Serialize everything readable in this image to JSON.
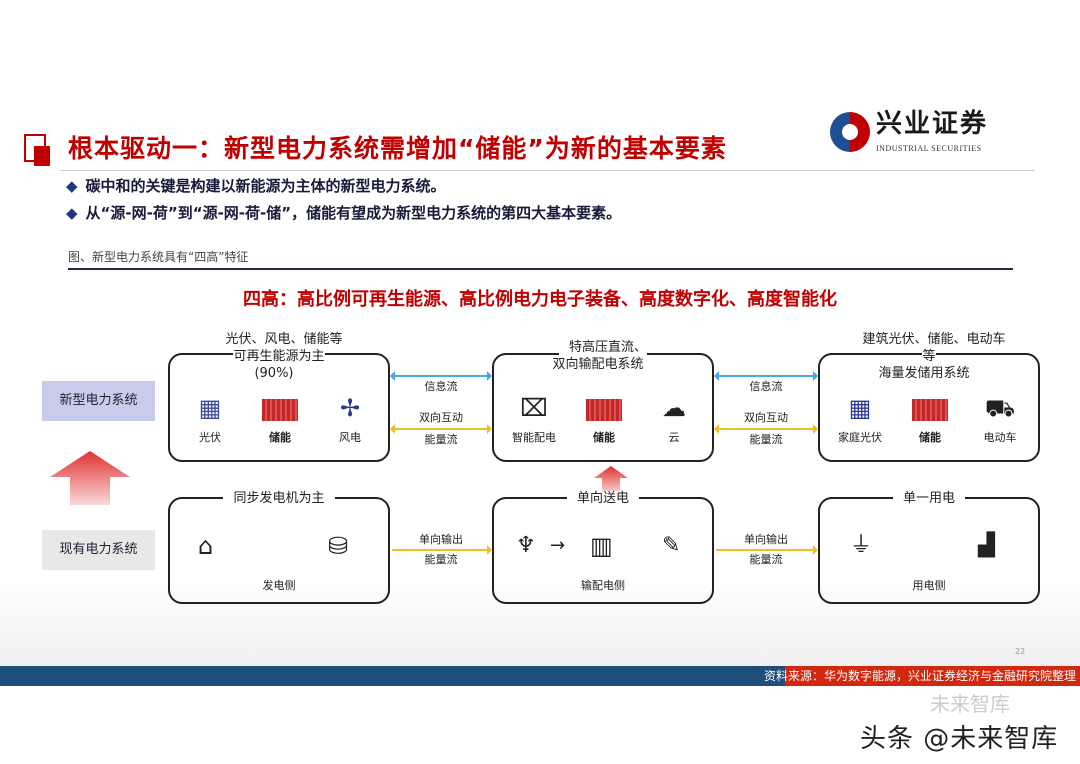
{
  "title": "根本驱动一：新型电力系统需增加“储能”为新的基本要素",
  "logo": {
    "cn": "兴业证券",
    "en": "INDUSTRIAL SECURITIES"
  },
  "bullets": [
    "碳中和的关键是构建以新能源为主体的新型电力系统。",
    "从“源-网-荷”到“源-网-荷-储”，储能有望成为新型电力系统的第四大基本要素。"
  ],
  "bullet_icon": "◆",
  "caption": "图、新型电力系统具有“四高”特征",
  "headline": "四高：高比例可再生能源、高比例电力电子装备、高度数字化、高度智能化",
  "side_labels": {
    "new": "新型电力系统",
    "old": "现有电力系统"
  },
  "new_row": [
    {
      "title": [
        "光伏、风电、储能等",
        "可再生能源为主",
        "(90%)"
      ],
      "items": [
        {
          "icon": "solar-panel-icon",
          "label": "光伏"
        },
        {
          "icon": "battery-rack-icon",
          "label": "储能"
        },
        {
          "icon": "wind-turbine-icon",
          "label": "风电"
        }
      ]
    },
    {
      "title": [
        "特高压直流、",
        "双向输配电系统"
      ],
      "items": [
        {
          "icon": "smart-meter-icon",
          "label": "智能配电"
        },
        {
          "icon": "battery-rack-icon",
          "label": "储能"
        },
        {
          "icon": "cloud-icon",
          "label": "云"
        }
      ]
    },
    {
      "title": [
        "建筑光伏、储能、电动车",
        "等",
        "海量发储用系统"
      ],
      "items": [
        {
          "icon": "home-solar-icon",
          "label": "家庭光伏"
        },
        {
          "icon": "battery-rack-icon",
          "label": "储能"
        },
        {
          "icon": "electric-car-icon",
          "label": "电动车"
        }
      ]
    }
  ],
  "new_links": {
    "info": "信息流",
    "mutual": "双向互动",
    "energy": "能量流"
  },
  "old_row": [
    {
      "title": "同步发电机为主",
      "label": "发电侧"
    },
    {
      "title": "单向送电",
      "label": "输配电侧"
    },
    {
      "title": "单一用电",
      "label": "用电侧"
    }
  ],
  "old_links": {
    "output": "单向输出",
    "energy": "能量流"
  },
  "page_number": "22",
  "source": "资料来源：华为数字能源，兴业证券经济与金融研究院整理",
  "watermark": "头条 @未来智库",
  "watermark2": "未来智库",
  "colors": {
    "red": "#c00000",
    "navy": "#1f4e7a",
    "info": "#4aa8e0",
    "energy": "#f0c020"
  }
}
